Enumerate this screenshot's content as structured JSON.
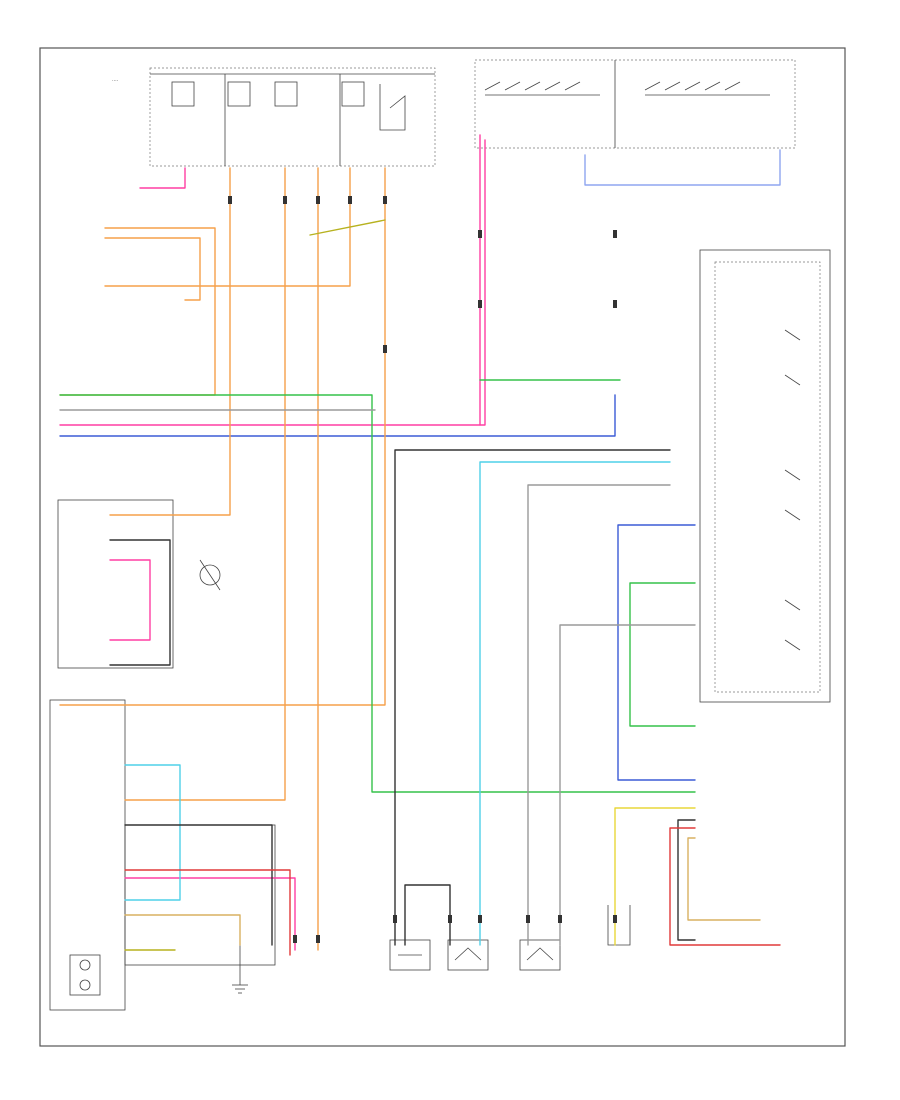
{
  "diagram": {
    "footer_code": "",
    "colors": {
      "frame": "#555555",
      "black": "#333333",
      "gray": "#9a9a9a",
      "orange": "#f5a04a",
      "pink": "#ff3fa3",
      "blue": "#3b5bd6",
      "light_blue": "#8fa6f0",
      "green": "#35c24a",
      "cyan": "#4fd0e8",
      "red": "#e03a3a",
      "yellow": "#e8d73a",
      "olive": "#b7b21f",
      "tan": "#d8b060"
    },
    "modules": [
      {
        "id": "top-fuse-block",
        "icon": "fuse-block-icon"
      },
      {
        "id": "top-right-switch-assembly",
        "icon": "switch-icon"
      },
      {
        "id": "right-control-module",
        "icon": "control-module-icon"
      },
      {
        "id": "left-blower-control",
        "icon": "blower-motor-icon"
      },
      {
        "id": "left-lower-hvac-module",
        "icon": "hvac-module-icon"
      },
      {
        "id": "bottom-actuator-1",
        "icon": "actuator-icon"
      },
      {
        "id": "bottom-actuator-2",
        "icon": "actuator-icon"
      },
      {
        "id": "bottom-actuator-3",
        "icon": "actuator-icon"
      },
      {
        "id": "bottom-actuator-4",
        "icon": "actuator-icon"
      },
      {
        "id": "ground-point",
        "icon": "ground-icon"
      }
    ]
  }
}
